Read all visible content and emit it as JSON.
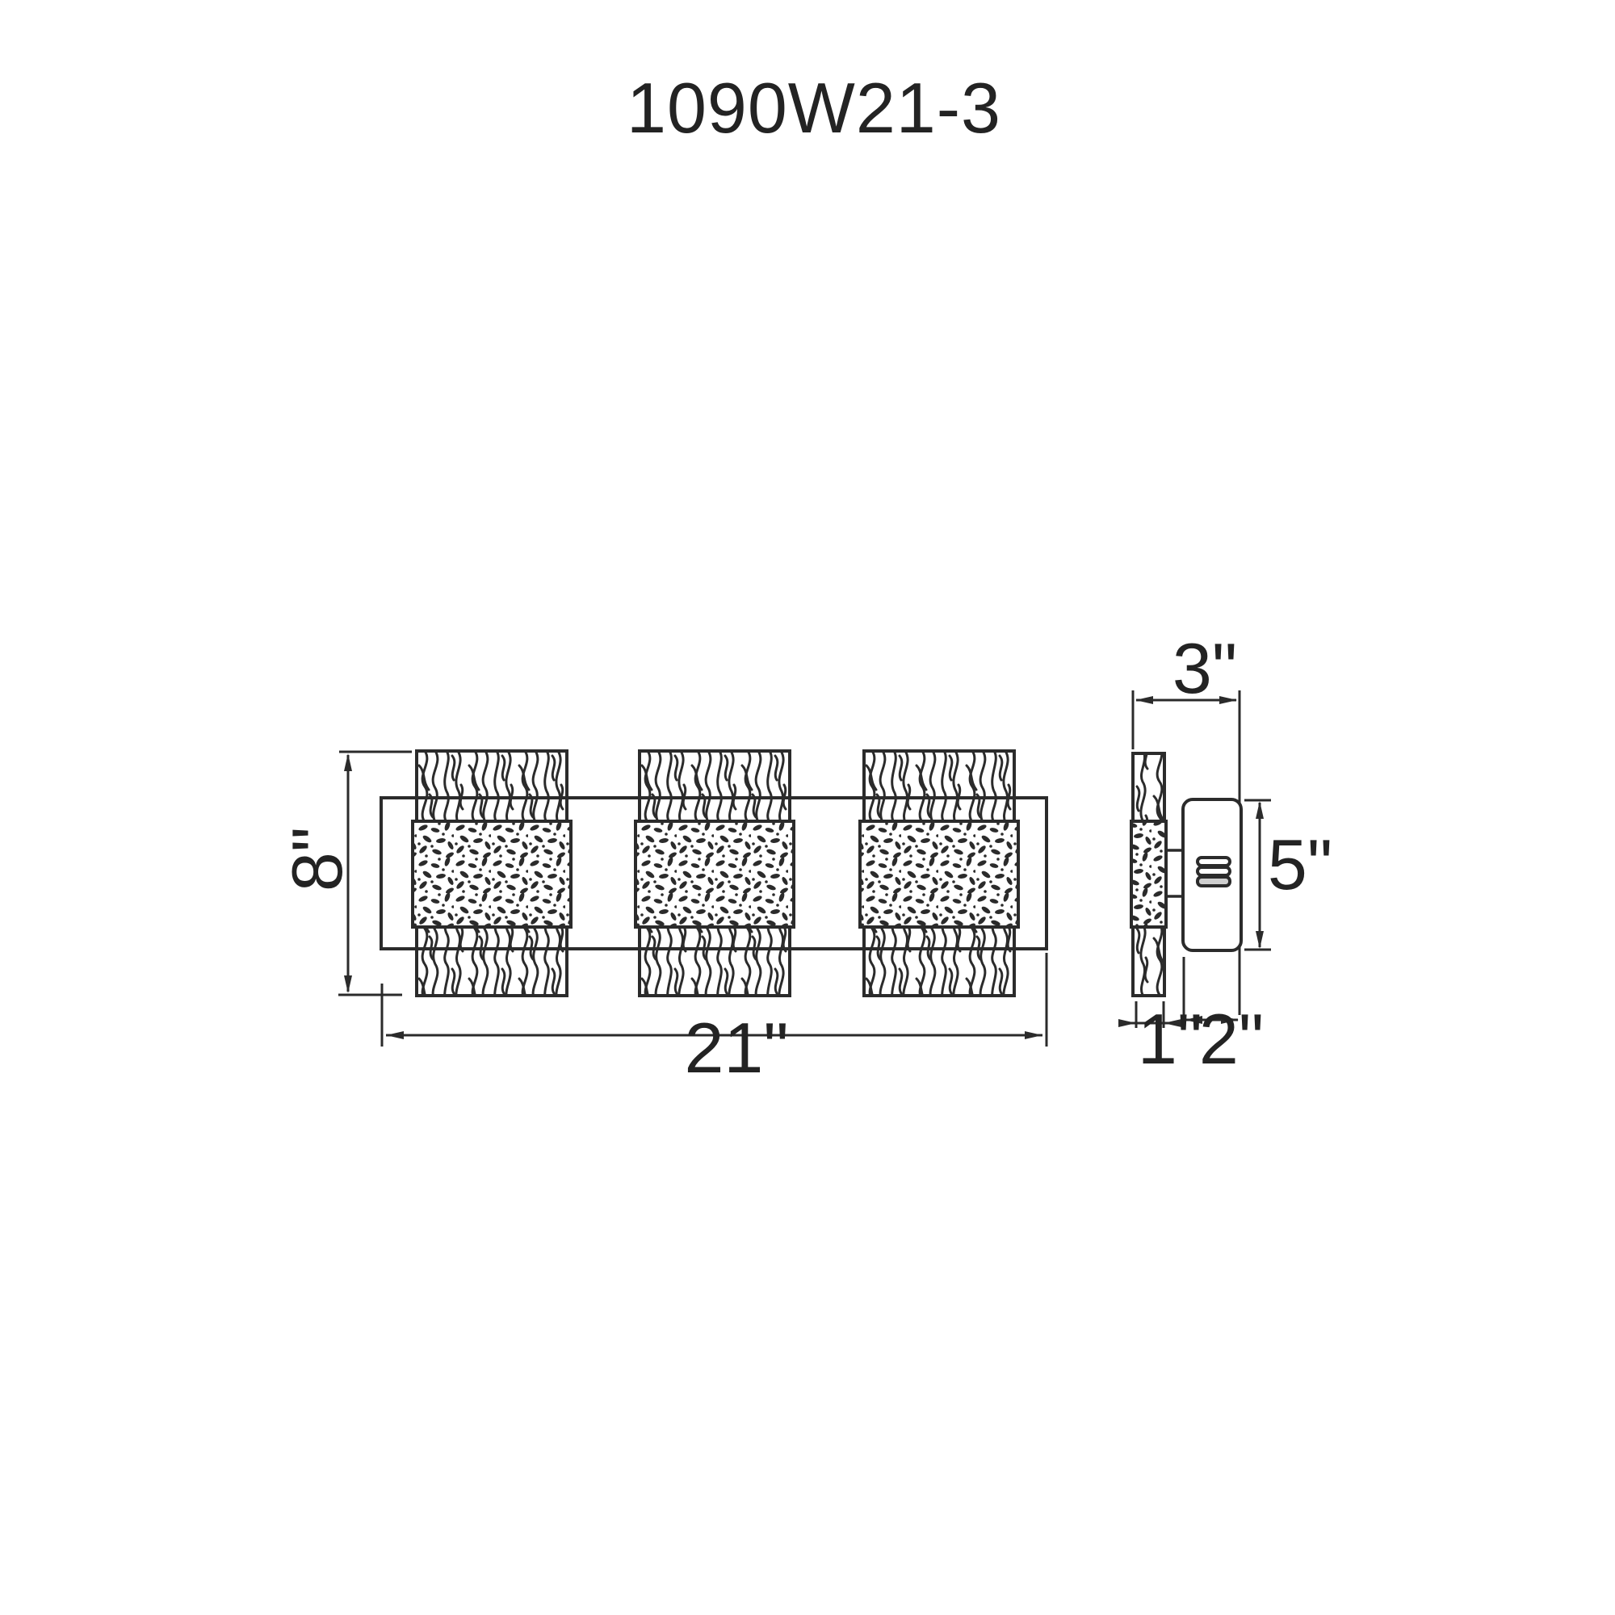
{
  "page": {
    "title": "1090W21-3",
    "background": "#ffffff",
    "line_color": "#2b2b2b",
    "text_color": "#232323"
  },
  "front_view": {
    "glass_panel_count": 3,
    "height_label": "8\"",
    "width_label": "21\""
  },
  "side_view": {
    "overall_depth_label": "3\"",
    "backplate_height_label": "5\"",
    "glass_depth_label": "1\"",
    "backplate_depth_label": "2\""
  }
}
